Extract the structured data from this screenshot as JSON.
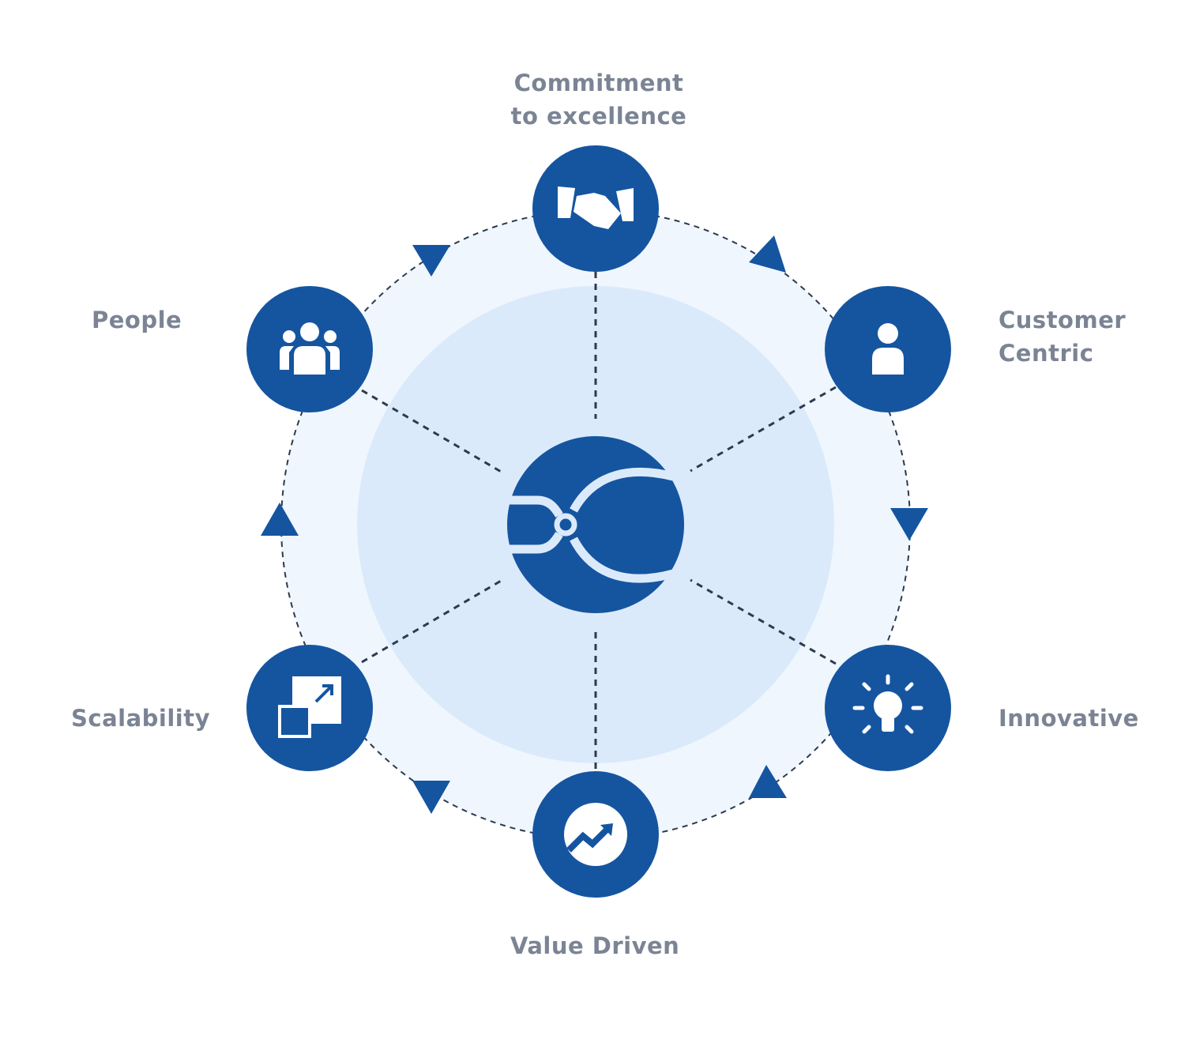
{
  "colors": {
    "primary": "#1555a0",
    "outer_ring": "#eff6fd",
    "inner_ring": "#dbeafa",
    "label": "#7b8494",
    "dash": "#2d3a4f"
  },
  "nodes": [
    {
      "id": "commitment",
      "line1": "Commitment",
      "line2": "to excellence",
      "icon": "handshake-icon"
    },
    {
      "id": "customer",
      "line1": "Customer",
      "line2": "Centric",
      "icon": "user-icon"
    },
    {
      "id": "innovative",
      "line1": "Innovative",
      "icon": "lightbulb-icon"
    },
    {
      "id": "value",
      "line1": "Value Driven",
      "icon": "trending-up-icon"
    },
    {
      "id": "scalability",
      "line1": "Scalability",
      "icon": "scale-up-icon"
    },
    {
      "id": "people",
      "line1": "People",
      "icon": "people-group-icon"
    }
  ],
  "center": {
    "icon": "company-logo"
  }
}
